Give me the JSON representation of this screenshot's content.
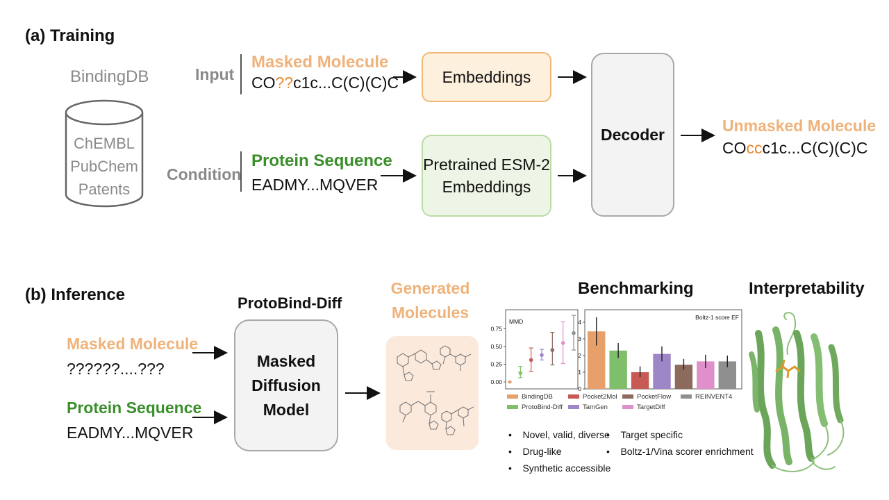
{
  "training": {
    "title": "(a) Training",
    "db_title": "BindingDB",
    "db_items": [
      "ChEMBL",
      "PubChem",
      "Patents"
    ],
    "input_label": "Input",
    "condition_label": "Condition",
    "masked_molecule_heading": "Masked Molecule",
    "masked_seq_prefix": "CO",
    "masked_seq_mask": "??",
    "masked_seq_suffix": "c1c...C(C)(C)C",
    "protein_heading": "Protein Sequence",
    "protein_seq": "EADMY...MQVER",
    "embeddings_label": "Embeddings",
    "esm_label_line1": "Pretrained ESM-2",
    "esm_label_line2": "Embeddings",
    "decoder_label": "Decoder",
    "unmasked_heading": "Unmasked Molecule",
    "unmasked_seq_prefix": "CO",
    "unmasked_seq_fill": "cc",
    "unmasked_seq_suffix": "c1c...C(C)(C)C"
  },
  "inference": {
    "title": "(b) Inference",
    "masked_molecule_heading": "Masked Molecule",
    "masked_seq": "??????....???",
    "protein_heading": "Protein Sequence",
    "protein_seq": "EADMY...MQVER",
    "model_title": "ProtoBind-Diff",
    "model_line1": "Masked",
    "model_line2": "Diffusion",
    "model_line3": "Model",
    "generated_line1": "Generated",
    "generated_line2": "Molecules",
    "benchmark_title": "Benchmarking",
    "interpretability_title": "Interpretability",
    "bullets_left": [
      "Novel, valid, diverse",
      "Drug-like",
      "Synthetic accessible"
    ],
    "bullets_right": [
      "Target specific",
      "Boltz-1/Vina scorer enrichment"
    ]
  },
  "colors": {
    "orange": "#efb27a",
    "orange_fill": "#fdf0dd",
    "green": "#3a8f2a",
    "green_fill": "#edf6e6",
    "gray_box": "#f2f2f2"
  },
  "chart_data": [
    {
      "type": "scatter",
      "title": "MMD",
      "categories": [
        "BindingDB",
        "ProtoBind-Diff",
        "Pocket2Mol",
        "TamGen",
        "PocketFlow",
        "TargetDiff",
        "REINVENT4"
      ],
      "values": [
        0.0,
        0.13,
        0.31,
        0.38,
        0.45,
        0.55,
        0.69
      ],
      "err_low": [
        0.0,
        0.06,
        0.15,
        0.31,
        0.24,
        0.26,
        0.45
      ],
      "err_high": [
        0.0,
        0.22,
        0.48,
        0.46,
        0.7,
        0.85,
        0.94
      ],
      "ylim": [
        0,
        1.0
      ],
      "yticks": [
        "0.00",
        "0.25",
        "0.50",
        "0.75"
      ]
    },
    {
      "type": "bar",
      "title": "Boltz-1 score EF",
      "categories": [
        "BindingDB",
        "ProtoBind-Diff",
        "Pocket2Mol",
        "TamGen",
        "PocketFlow",
        "TargetDiff",
        "REINVENT4"
      ],
      "values": [
        3.45,
        2.3,
        1.0,
        2.1,
        1.45,
        1.65,
        1.65
      ],
      "err_low": [
        2.6,
        1.85,
        0.7,
        1.65,
        1.15,
        1.25,
        1.3
      ],
      "err_high": [
        4.3,
        2.75,
        1.35,
        2.55,
        1.8,
        2.05,
        2.0
      ],
      "ylim": [
        0,
        4.5
      ],
      "yticks": [
        "0",
        "1",
        "2",
        "3",
        "4"
      ]
    }
  ],
  "legend": [
    {
      "name": "BindingDB",
      "color": "#e8a06a"
    },
    {
      "name": "ProtoBind-Diff",
      "color": "#7fbf6a"
    },
    {
      "name": "Pocket2Mol",
      "color": "#c85a56"
    },
    {
      "name": "TamGen",
      "color": "#9e86c9"
    },
    {
      "name": "PocketFlow",
      "color": "#8c6b5d"
    },
    {
      "name": "TargetDiff",
      "color": "#df8fc9"
    },
    {
      "name": "REINVENT4",
      "color": "#8f8f8f"
    }
  ]
}
